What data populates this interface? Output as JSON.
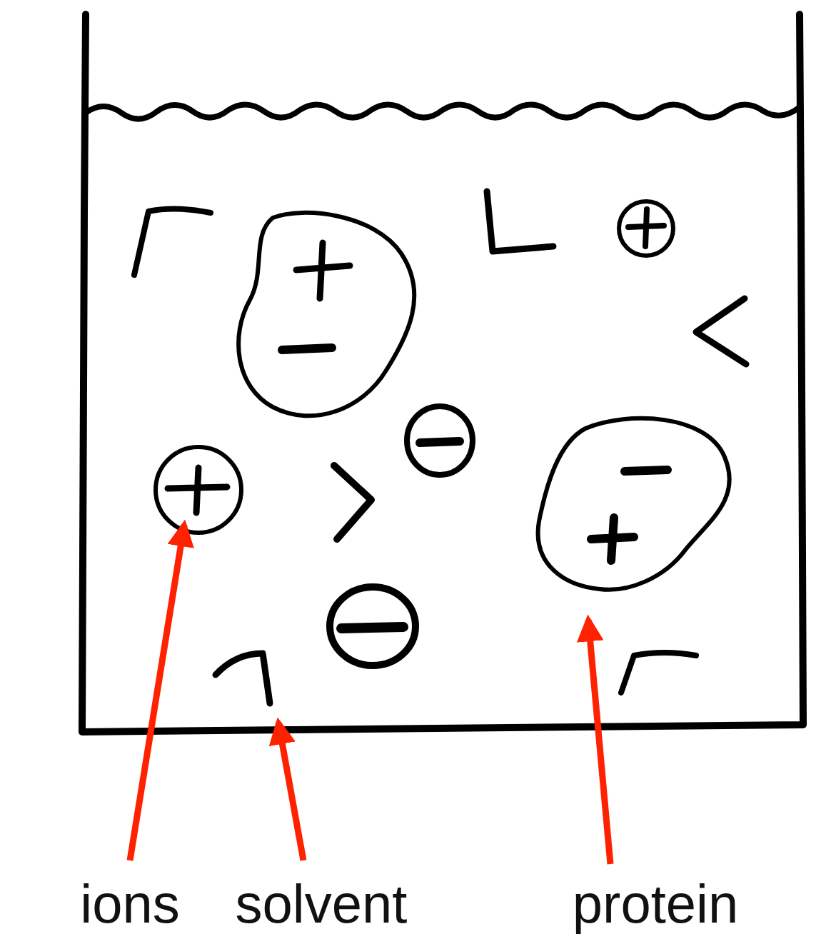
{
  "diagram": {
    "labels": [
      "ions",
      "solvent",
      "protein"
    ]
  }
}
